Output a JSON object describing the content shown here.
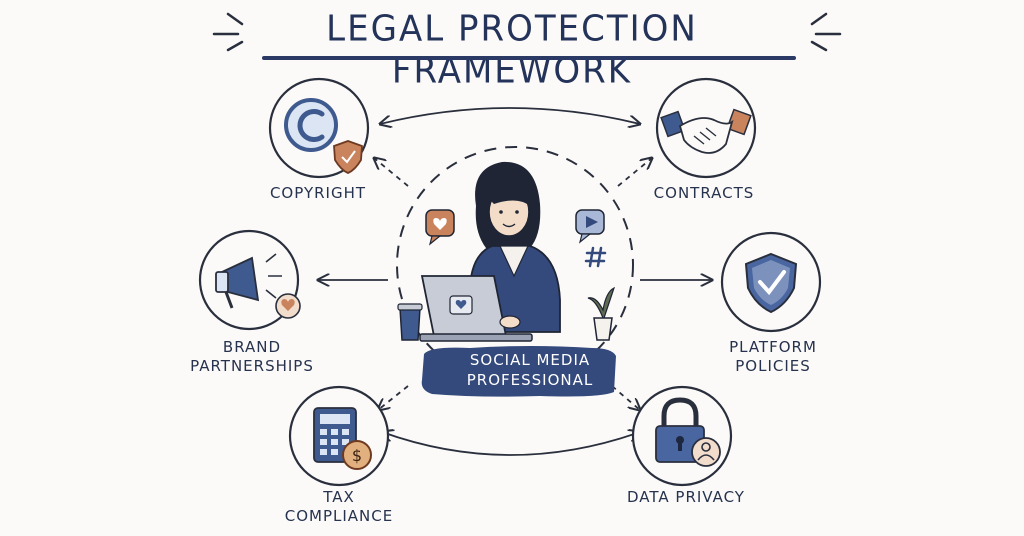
{
  "title": "LEGAL PROTECTION FRAMEWORK",
  "center": {
    "line1": "SOCIAL MEDIA",
    "line2": "PROFESSIONAL"
  },
  "nodes": {
    "copyright": "COPYRIGHT",
    "contracts": "CONTRACTS",
    "brand_line1": "BRAND",
    "brand_line2": "PARTNERSHIPS",
    "platform_line1": "PLATFORM",
    "platform_line2": "POLICIES",
    "tax_line1": "TAX",
    "tax_line2": "COMPLIANCE",
    "data_privacy": "DATA PRIVACY"
  },
  "icons": {
    "copyright": "copyright-icon",
    "contracts": "handshake-icon",
    "brand": "megaphone-icon",
    "platform": "shield-check-icon",
    "tax": "calculator-icon",
    "privacy": "padlock-icon",
    "center": "woman-with-laptop-illustration"
  },
  "colors": {
    "navy": "#24335a",
    "accent_blue": "#3f5a8f",
    "accent_orange": "#c9835d"
  }
}
